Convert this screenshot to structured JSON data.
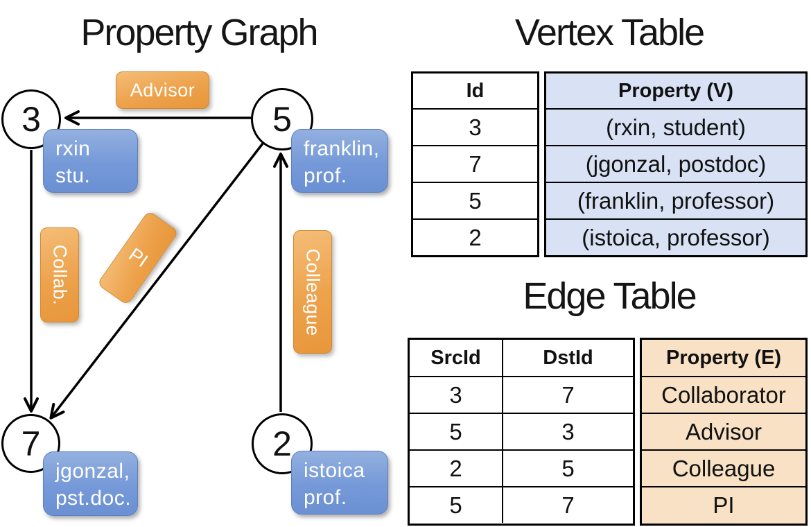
{
  "graph": {
    "title": "Property Graph",
    "vertices": [
      {
        "id": "3",
        "line1": "rxin",
        "line2": "stu."
      },
      {
        "id": "5",
        "line1": "franklin,",
        "line2": "prof."
      },
      {
        "id": "7",
        "line1": "jgonzal,",
        "line2": "pst.doc."
      },
      {
        "id": "2",
        "line1": "istoica",
        "line2": "prof."
      }
    ],
    "edge_labels": {
      "advisor": "Advisor",
      "collab": "Collab.",
      "pi": "PI",
      "colleague": "Colleague"
    }
  },
  "vertex_table": {
    "title": "Vertex Table",
    "columns": {
      "id": "Id",
      "property": "Property (V)"
    },
    "rows": [
      {
        "id": "3",
        "property": "(rxin, student)"
      },
      {
        "id": "7",
        "property": "(jgonzal, postdoc)"
      },
      {
        "id": "5",
        "property": "(franklin, professor)"
      },
      {
        "id": "2",
        "property": "(istoica, professor)"
      }
    ]
  },
  "edge_table": {
    "title": "Edge Table",
    "columns": {
      "src": "SrcId",
      "dst": "DstId",
      "property": "Property (E)"
    },
    "rows": [
      {
        "src": "3",
        "dst": "7",
        "property": "Collaborator"
      },
      {
        "src": "5",
        "dst": "3",
        "property": "Advisor"
      },
      {
        "src": "2",
        "dst": "5",
        "property": "Colleague"
      },
      {
        "src": "5",
        "dst": "7",
        "property": "PI"
      }
    ]
  },
  "colors": {
    "vertex_label_fill": "#7599d8",
    "edge_label_fill": "#eda24c",
    "vertex_cell_fill": "#d8e2f4",
    "edge_cell_fill": "#f8e1c4",
    "line": "#000000",
    "text_on_label": "#ffffff"
  }
}
